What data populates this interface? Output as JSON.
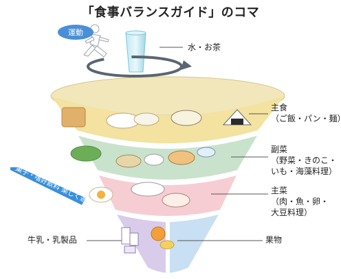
{
  "title": "「食事バランスガイド」のコマ",
  "exercise_label": "運動",
  "water_label": "水・お茶",
  "snack_label": "菓子・嗜好飲料 楽しく適度に",
  "groups": {
    "staple": {
      "title": "主食",
      "desc": "（ご飯・パン・麺）"
    },
    "vegetable": {
      "title": "副菜",
      "desc1": "（野菜・きのこ・",
      "desc2": "いも・海藻料理）"
    },
    "main": {
      "title": "主菜",
      "desc1": "（肉・魚・卵・",
      "desc2": "大豆料理）"
    },
    "milk": {
      "title": "牛乳・乳製品"
    },
    "fruit": {
      "title": "果物"
    }
  },
  "colors": {
    "staple": "#f3e2a0",
    "vegetable": "#c9e2cc",
    "main": "#f6cdd3",
    "milk": "#d8ccea",
    "fruit": "#c9dff3",
    "water": "#aee0ea",
    "exercise_badge": "#4a8fd6",
    "snack_ribbon": "#3a8fd9"
  }
}
